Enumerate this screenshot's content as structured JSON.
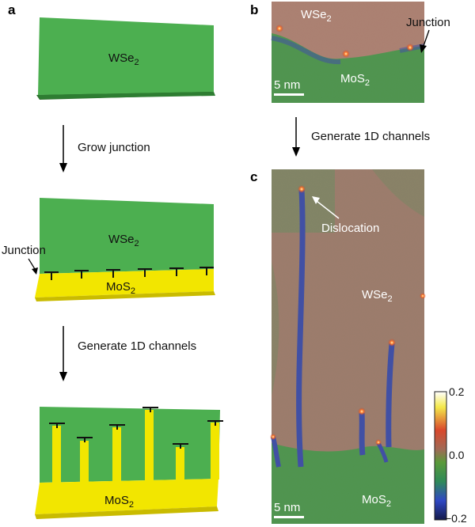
{
  "panels": {
    "a": {
      "label": "a",
      "step1": {
        "material": "WSe",
        "sub": "2"
      },
      "arrow1_text": "Grow junction",
      "step2": {
        "top": "WSe",
        "top_sub": "2",
        "bottom": "MoS",
        "bottom_sub": "2",
        "junction": "Junction"
      },
      "arrow2_text": "Generate 1D channels",
      "step3": {
        "bottom": "MoS",
        "bottom_sub": "2"
      }
    },
    "b": {
      "label": "b",
      "top_material": "WSe",
      "top_sub": "2",
      "bottom_material": "MoS",
      "bottom_sub": "2",
      "junction": "Junction",
      "scale": "5 nm"
    },
    "middle_arrow_text": "Generate 1D channels",
    "c": {
      "label": "c",
      "dislocation": "Dislocation",
      "top_material": "WSe",
      "top_sub": "2",
      "bottom_material": "MoS",
      "bottom_sub": "2",
      "scale": "5 nm"
    },
    "colorbar": {
      "ticks": [
        "0.2",
        "0.0",
        "−0.2"
      ],
      "max": 0.2,
      "min": -0.2
    }
  },
  "colors": {
    "wse2_green": "#4caf50",
    "mos2_yellow": "#f2e600",
    "map_red": "#b9806c",
    "map_green": "#3f9a3e",
    "channel_blue": "#2b3fb0"
  }
}
